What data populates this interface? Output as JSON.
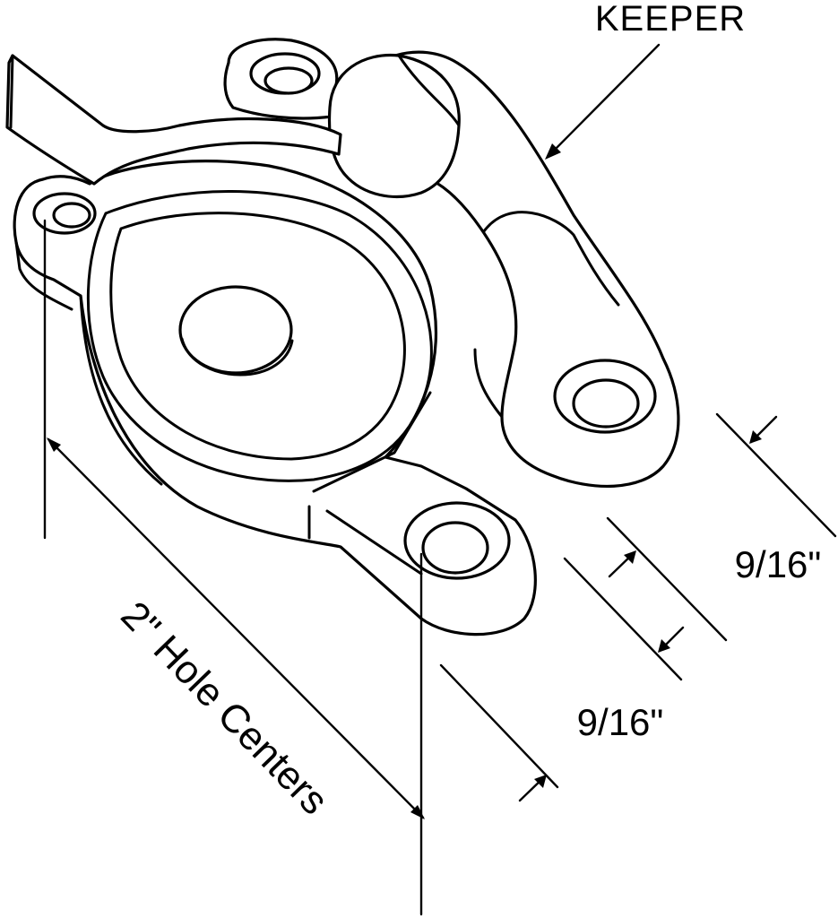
{
  "diagram": {
    "part_label": "KEEPER",
    "hole_spacing_label": "2\" Hole Centers",
    "upper_offset_label": "9/16\"",
    "lower_offset_label": "9/16\""
  },
  "colors": {
    "line": "#000000",
    "background": "#ffffff"
  }
}
